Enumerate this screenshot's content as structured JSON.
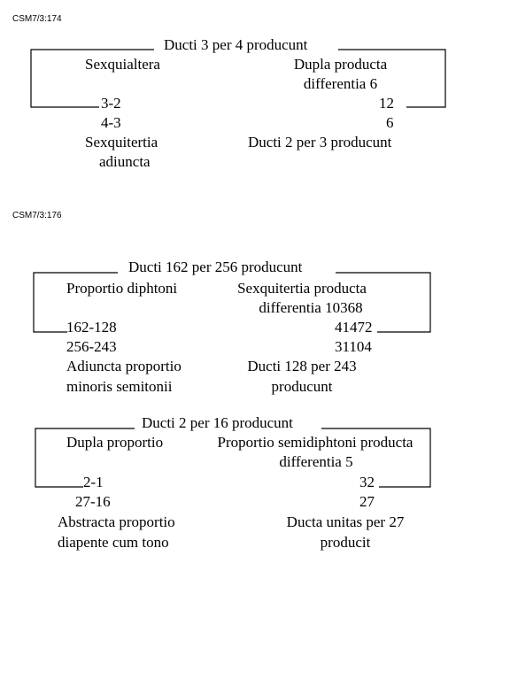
{
  "diagrams": [
    {
      "reference": "CSM7/3:174",
      "header": "Ducti 3 per 4 producunt",
      "left_label": "Sexquialtera",
      "right_label_1": "Dupla producta",
      "right_label_2": "differentia 6",
      "left_num_1": "3-2",
      "right_num_1": "12",
      "left_num_2": "4-3",
      "right_num_2": "6",
      "left_caption_1": "Sexquitertia",
      "left_caption_2": "adiuncta",
      "right_caption_1": "Ducti 2 per 3 producunt",
      "right_caption_2": ""
    },
    {
      "reference": "CSM7/3:176",
      "header": "Ducti 162 per 256 producunt",
      "left_label": "Proportio diphtoni",
      "right_label_1": "Sexquitertia producta",
      "right_label_2": "differentia 10368",
      "left_num_1": "162-128",
      "right_num_1": "41472",
      "left_num_2": "256-243",
      "right_num_2": "31104",
      "left_caption_1": "Adiuncta proportio",
      "left_caption_2": "minoris semitonii",
      "right_caption_1": "Ducti 128 per 243",
      "right_caption_2": "producunt"
    },
    {
      "reference": "",
      "header": "Ducti 2 per 16 producunt",
      "left_label": "Dupla proportio",
      "right_label_1": "Proportio semidiphtoni producta",
      "right_label_2": "differentia 5",
      "left_num_1": "2-1",
      "right_num_1": "32",
      "left_num_2": "27-16",
      "right_num_2": "27",
      "left_caption_1": "Abstracta proportio",
      "left_caption_2": "diapente cum tono",
      "right_caption_1": "Ducta unitas per 27",
      "right_caption_2": "producit"
    }
  ]
}
